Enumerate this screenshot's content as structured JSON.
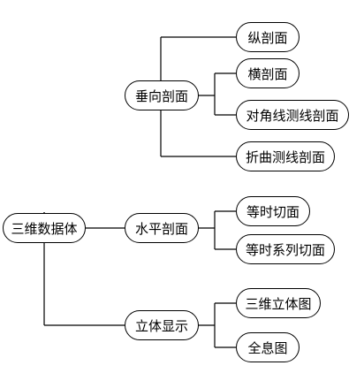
{
  "diagram": {
    "root": {
      "label": "三维数据体"
    },
    "branches": [
      {
        "label": "垂向剖面",
        "children": [
          "纵剖面",
          "横剖面",
          "对角线测线剖面",
          "折曲测线剖面"
        ]
      },
      {
        "label": "水平剖面",
        "children": [
          "等时切面",
          "等时系列切面"
        ]
      },
      {
        "label": "立体显示",
        "children": [
          "三维立体图",
          "全息图"
        ]
      }
    ]
  }
}
